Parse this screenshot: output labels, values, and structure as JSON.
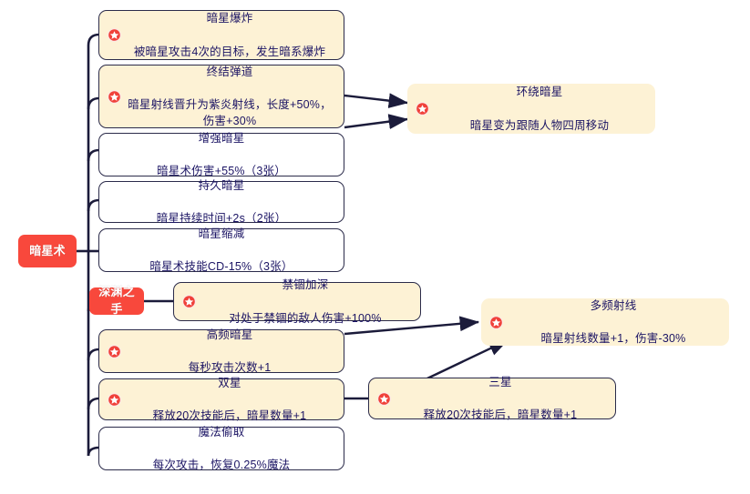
{
  "diagram": {
    "type": "mindmap",
    "title_root": "暗星术",
    "colors": {
      "root_red": "#f8483c",
      "card_cream": "#fdf2d5",
      "card_white": "#ffffff",
      "border": "#2b2b4a",
      "text": "#1b1464",
      "edge": "#1b1b3a",
      "star_badge": "#f0413a"
    },
    "icons": {
      "star_badge": "star-badge-icon"
    },
    "root": {
      "label": "暗星术"
    },
    "branch": {
      "label": "深渊之手"
    },
    "nodes": [
      {
        "id": "n1",
        "title": "暗星爆炸",
        "desc": "被暗星攻击4次的目标，发生暗系爆炸",
        "style": "cream",
        "star": true
      },
      {
        "id": "n2",
        "title": "终结弹道",
        "desc": "暗星射线晋升为紫炎射线，长度+50%，\n伤害+30%",
        "style": "cream",
        "star": true
      },
      {
        "id": "n3",
        "title": "增强暗星",
        "desc": "暗星术伤害+55%（3张）",
        "style": "white",
        "star": false
      },
      {
        "id": "n4",
        "title": "持久暗星",
        "desc": "暗星持续时间+2s（2张）",
        "style": "white",
        "star": false
      },
      {
        "id": "n5",
        "title": "暗星缩减",
        "desc": "暗星术技能CD-15%（3张）",
        "style": "white",
        "star": false
      },
      {
        "id": "n6",
        "title": "禁锢加深",
        "desc": "对处于禁锢的敌人伤害+100%",
        "style": "cream",
        "star": true
      },
      {
        "id": "n7",
        "title": "高频暗星",
        "desc": "每秒攻击次数+1",
        "style": "cream",
        "star": true
      },
      {
        "id": "n8",
        "title": "双星",
        "desc": "释放20次技能后，暗星数量+1",
        "style": "cream",
        "star": true
      },
      {
        "id": "n9",
        "title": "魔法偷取",
        "desc": "每次攻击，恢复0.25%魔法",
        "style": "white",
        "star": false
      },
      {
        "id": "n10",
        "title": "环绕暗星",
        "desc": "暗星变为跟随人物四周移动",
        "style": "plain",
        "star": true
      },
      {
        "id": "n11",
        "title": "多频射线",
        "desc": "暗星射线数量+1，伤害-30%",
        "style": "plain",
        "star": true
      },
      {
        "id": "n12",
        "title": "三星",
        "desc": "释放20次技能后，暗星数量+1",
        "style": "cream",
        "star": true
      }
    ],
    "arrows": [
      {
        "from": "终结弹道",
        "to": "环绕暗星"
      },
      {
        "from": "增强暗星",
        "to": "环绕暗星"
      },
      {
        "from": "高频暗星",
        "to": "多频射线"
      },
      {
        "from": "三星",
        "to": "多频射线"
      }
    ]
  }
}
